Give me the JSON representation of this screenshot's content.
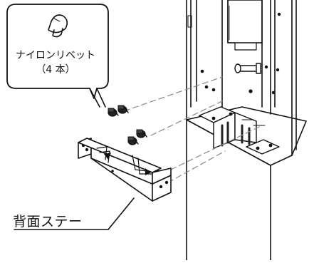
{
  "callout": {
    "part_name": "ナイロンリベット",
    "quantity": "（4 本）"
  },
  "part_label": "背面ステー",
  "icons": {
    "rivet": "nylon-rivet-icon"
  }
}
